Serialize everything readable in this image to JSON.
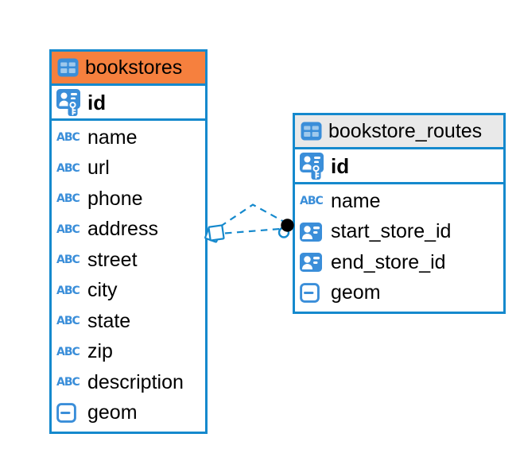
{
  "colors": {
    "accent_blue": "#1589cd",
    "icon_blue": "#3a8ed9",
    "icon_cell_fill": "#9fc9ec",
    "orange_header": "#f6803e",
    "gray_header": "#e9e9e9",
    "text": "#000000",
    "relationship_line": "#1589cd",
    "dot_marker": "#000000",
    "background": "#ffffff"
  },
  "icons": {
    "abc_label": "ABC",
    "table_icon": "table-grid",
    "pk_icon": "person-with-key",
    "reference_icon": "person-card",
    "geometry_icon": "square-with-dash"
  },
  "tables": [
    {
      "name": "bookstores",
      "header_style": "orange",
      "columns": [
        {
          "name": "id",
          "type": "pk",
          "primary_key": true
        },
        {
          "name": "name",
          "type": "text"
        },
        {
          "name": "url",
          "type": "text"
        },
        {
          "name": "phone",
          "type": "text"
        },
        {
          "name": "address",
          "type": "text"
        },
        {
          "name": "street",
          "type": "text"
        },
        {
          "name": "city",
          "type": "text"
        },
        {
          "name": "state",
          "type": "text"
        },
        {
          "name": "zip",
          "type": "text"
        },
        {
          "name": "description",
          "type": "text"
        },
        {
          "name": "geom",
          "type": "geometry"
        }
      ]
    },
    {
      "name": "bookstore_routes",
      "header_style": "gray",
      "columns": [
        {
          "name": "id",
          "type": "pk",
          "primary_key": true
        },
        {
          "name": "name",
          "type": "text"
        },
        {
          "name": "start_store_id",
          "type": "reference"
        },
        {
          "name": "end_store_id",
          "type": "reference"
        },
        {
          "name": "geom",
          "type": "geometry"
        }
      ]
    }
  ],
  "relationships": [
    {
      "from_table": "bookstores",
      "to_table": "bookstore_routes",
      "line_style": "dashed",
      "path": "elbow",
      "source_marker": "stacked-diamond",
      "target_marker": "black-dot"
    },
    {
      "from_table": "bookstores",
      "to_table": "bookstore_routes",
      "line_style": "dashed",
      "path": "straight",
      "source_marker": "stacked-diamond",
      "target_marker": "ring-dot"
    }
  ]
}
